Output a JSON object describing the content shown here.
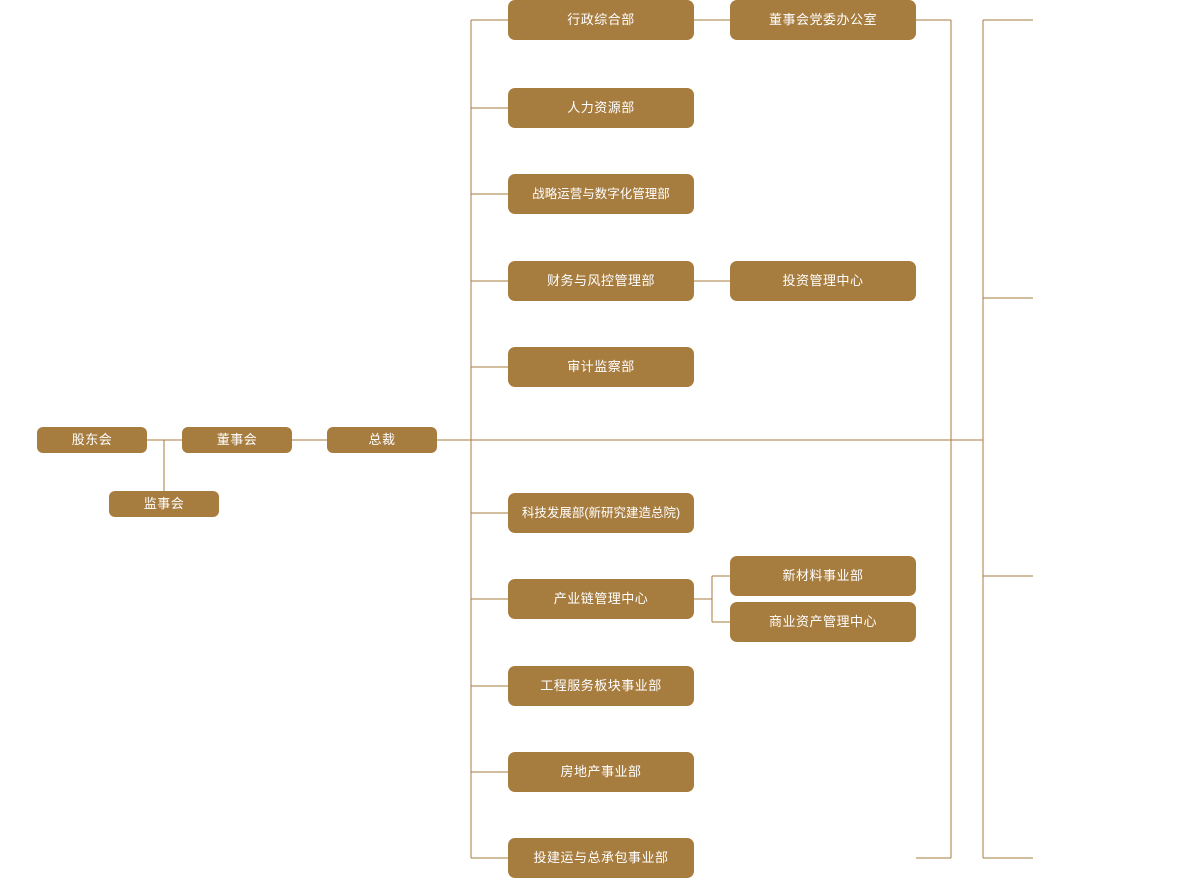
{
  "theme": {
    "node_fill": "#a77c3f",
    "node_text": "#ffffff",
    "connector": "#a67c3e",
    "background": "#ffffff"
  },
  "chart_data": {
    "type": "diagram",
    "title": "",
    "orientation": "left-to-right organizational hierarchy",
    "governance": [
      {
        "id": "shareholders",
        "label": "股东会",
        "level": 1
      },
      {
        "id": "board",
        "label": "董事会",
        "level": 2
      },
      {
        "id": "supervisors",
        "label": "监事会",
        "level": 2
      },
      {
        "id": "president",
        "label": "总裁",
        "level": 3
      }
    ],
    "departments_upper": [
      {
        "id": "admin",
        "label": "行政综合部"
      },
      {
        "id": "hr",
        "label": "人力资源部"
      },
      {
        "id": "strategy",
        "label": "战略运营与数字化管理部"
      },
      {
        "id": "finance",
        "label": "财务与风控管理部"
      },
      {
        "id": "audit",
        "label": "审计监察部"
      }
    ],
    "departments_lower": [
      {
        "id": "tech",
        "label": "科技发展部(新研究建造总院)"
      },
      {
        "id": "chain",
        "label": "产业链管理中心"
      },
      {
        "id": "engineering",
        "label": "工程服务板块事业部"
      },
      {
        "id": "realestate",
        "label": "房地产事业部"
      },
      {
        "id": "investment-build",
        "label": "投建运与总承包事业部"
      }
    ],
    "sub_units": [
      {
        "id": "board-party-office",
        "label": "董事会党委办公室",
        "parent": "admin"
      },
      {
        "id": "investment-center",
        "label": "投资管理中心",
        "parent": "finance"
      },
      {
        "id": "new-materials",
        "label": "新材料事业部",
        "parent": "chain"
      },
      {
        "id": "commercial-assets",
        "label": "商业资产管理中心",
        "parent": "chain"
      }
    ]
  },
  "nodes": {
    "shareholders": "股东会",
    "board": "董事会",
    "supervisors": "监事会",
    "president": "总裁",
    "admin": "行政综合部",
    "hr": "人力资源部",
    "strategy": "战略运营与数字化管理部",
    "finance": "财务与风控管理部",
    "audit": "审计监察部",
    "tech": "科技发展部(新研究建造总院)",
    "chain": "产业链管理中心",
    "engineering": "工程服务板块事业部",
    "realestate": "房地产事业部",
    "investment_build": "投建运与总承包事业部",
    "board_party_office": "董事会党委办公室",
    "investment_center": "投资管理中心",
    "new_materials": "新材料事业部",
    "commercial_assets": "商业资产管理中心"
  }
}
